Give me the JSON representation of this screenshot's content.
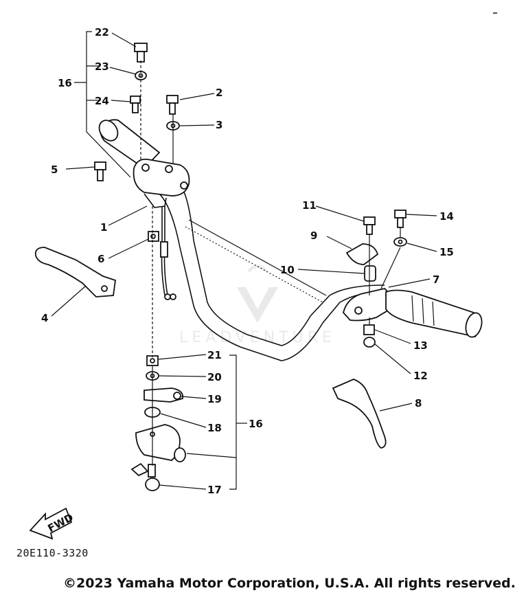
{
  "diagram": {
    "drawing_code": "20E110-3320",
    "copyright": "©2023 Yamaha Motor Corporation, U.S.A. All rights reserved.",
    "watermark": "LEADVENTURE",
    "fwd_label": "FWD",
    "callouts": {
      "c1": "1",
      "c2": "2",
      "c3": "3",
      "c4": "4",
      "c5": "5",
      "c6": "6",
      "c7": "7",
      "c8": "8",
      "c9": "9",
      "c10": "10",
      "c11": "11",
      "c12": "12",
      "c13": "13",
      "c14": "14",
      "c15": "15",
      "c16a": "16",
      "c16b": "16",
      "c17": "17",
      "c18": "18",
      "c19": "19",
      "c20": "20",
      "c21": "21",
      "c22": "22",
      "c23": "23",
      "c24": "24"
    }
  }
}
